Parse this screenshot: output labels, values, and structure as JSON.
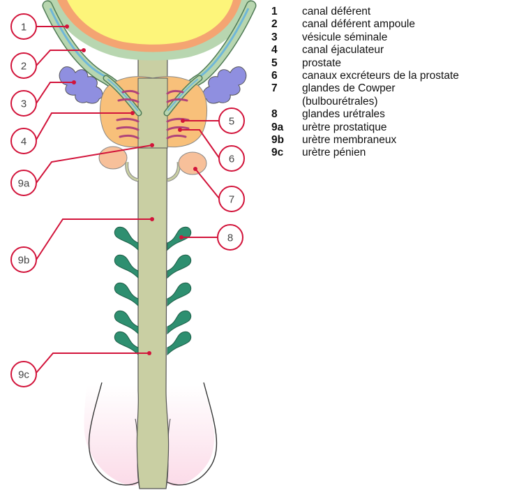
{
  "legend": [
    {
      "num": "1",
      "text": "canal déférent"
    },
    {
      "num": "2",
      "text": "canal déférent ampoule"
    },
    {
      "num": "3",
      "text": "vésicule séminale"
    },
    {
      "num": "4",
      "text": "canal éjaculateur"
    },
    {
      "num": "5",
      "text": "prostate"
    },
    {
      "num": "6",
      "text": "canaux excréteurs de la prostate"
    },
    {
      "num": "7",
      "text": "glandes de Cowper\n(bulbourétrales)"
    },
    {
      "num": "8",
      "text": "glandes urétrales"
    },
    {
      "num": "9a",
      "text": "urètre prostatique"
    },
    {
      "num": "9b",
      "text": "urètre membraneux"
    },
    {
      "num": "9c",
      "text": "urètre pénien"
    }
  ],
  "callouts": {
    "c1": "1",
    "c2": "2",
    "c3": "3",
    "c4": "4",
    "c5": "5",
    "c6": "6",
    "c7": "7",
    "c8": "8",
    "c9a": "9a",
    "c9b": "9b",
    "c9c": "9c"
  },
  "colors": {
    "bladder": "#fdf57a",
    "bladder_wall": "#f4a472",
    "vas_deferens": "#bfd6b0",
    "vas_outline": "#6a8f6a",
    "vas_inner": "#6fb7d8",
    "seminal_vesicle": "#8f8fe0",
    "prostate": "#f8c07a",
    "ducts": "#b0447a",
    "cowper": "#f7c09a",
    "urethra": "#c9cfa3",
    "urethral_glands": "#2e8f70",
    "glans": "#fbe2ec",
    "callout_line": "#d2133a"
  }
}
